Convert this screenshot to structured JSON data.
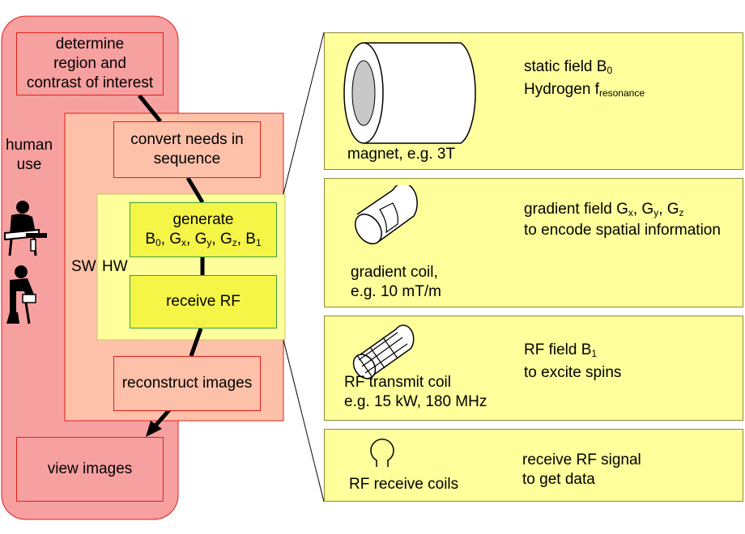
{
  "left": {
    "determine": [
      "determine",
      "region and",
      "contrast of interest"
    ],
    "human_use": [
      "human",
      "use"
    ],
    "convert": [
      "convert needs in",
      "sequence"
    ],
    "sw": "SW",
    "hw": "HW",
    "generate_title": "generate",
    "generate_b0": "B",
    "generate_b0_sub": "0",
    "generate_gx": "G",
    "generate_gx_sub": "x",
    "generate_gy": "G",
    "generate_gy_sub": "y",
    "generate_gz": "G",
    "generate_gz_sub": "z",
    "generate_b1": "B",
    "generate_b1_sub": "1",
    "receive_rf": "receive RF",
    "reconstruct": "reconstruct images",
    "view": "view images"
  },
  "panels": {
    "magnet": {
      "label": "magnet, e.g. 3T",
      "line1": "static field B",
      "line1_sub": "0",
      "line2": "Hydrogen f",
      "line2_sub": "resonance"
    },
    "gradient": {
      "label1": "gradient coil,",
      "label2": "e.g. 10 mT/m",
      "line1a": "gradient field G",
      "line1a_sub": "x",
      "line1b": ", G",
      "line1b_sub": "y",
      "line1c": ", G",
      "line1c_sub": "z",
      "line2": "to encode spatial information"
    },
    "rf_transmit": {
      "label1": "RF transmit coil",
      "label2": "e.g. 15 kW, 180 MHz",
      "line1": "RF field B",
      "line1_sub": "1",
      "line2": "to excite spins"
    },
    "rf_receive": {
      "label": "RF receive coils",
      "line1": "receive RF signal",
      "line2": "to get data"
    }
  },
  "colors": {
    "human_use": "#f7a0a0",
    "software": "#fdc0a8",
    "hardware": "#ffff9c",
    "hardware_block": "#f5f548",
    "panel": "#ffff9c",
    "outline_red": "#e0201c"
  },
  "icons": [
    "person-at-desk-icon",
    "person-working-icon",
    "magnet-cylinder-icon",
    "gradient-coil-icon",
    "rf-transmit-coil-icon",
    "rf-receive-coil-icon"
  ]
}
